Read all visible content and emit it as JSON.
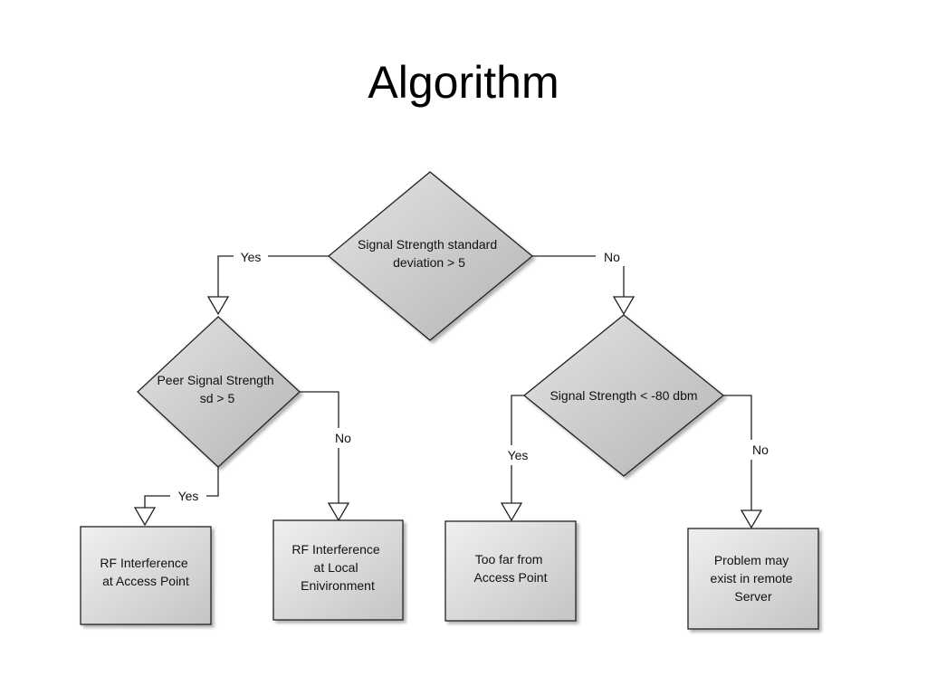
{
  "title": "Algorithm",
  "nodes": {
    "d_top": [
      "Signal Strength standard",
      "deviation > 5"
    ],
    "d_left": [
      "Peer Signal Strength",
      "sd > 5"
    ],
    "d_right": [
      "Signal Strength < -80 dbm"
    ],
    "b_rf_ap": [
      "RF Interference",
      "at Access Point"
    ],
    "b_rf_local": [
      "RF Interference",
      "at Local",
      "Enivironment"
    ],
    "b_too_far": [
      "Too far from",
      "Access Point"
    ],
    "b_server": [
      "Problem may",
      "exist in remote",
      "Server"
    ]
  },
  "edges": {
    "top_yes": "Yes",
    "top_no": "No",
    "left_yes": "Yes",
    "left_no": "No",
    "right_yes": "Yes",
    "right_no": "No"
  }
}
